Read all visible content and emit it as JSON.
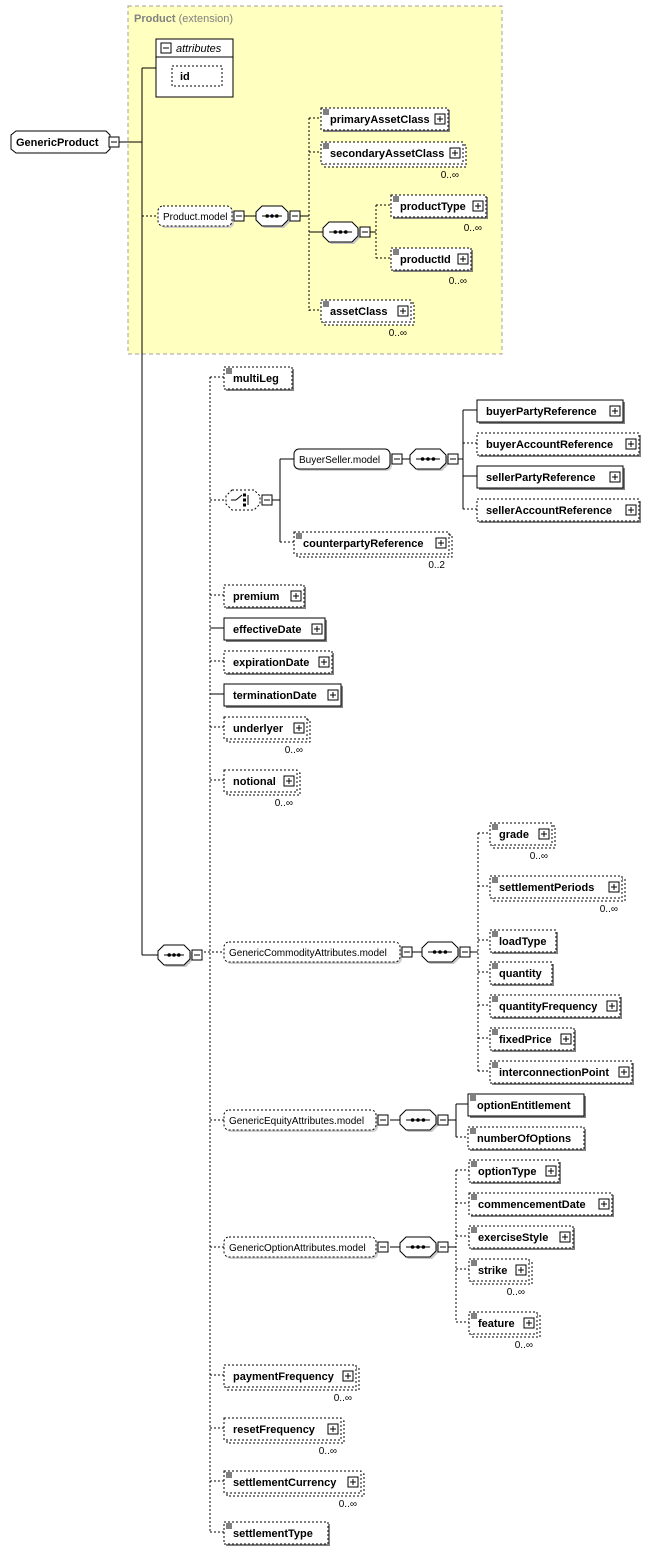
{
  "extension": {
    "base": "Product",
    "suffix": "(extension)"
  },
  "attributes": {
    "title": "attributes",
    "items": [
      "id"
    ]
  },
  "root": "GenericProduct",
  "groups": [
    "Product.model",
    "BuyerSeller.model",
    "GenericCommodityAttributes.model",
    "GenericEquityAttributes.model",
    "GenericOptionAttributes.model"
  ],
  "elements": [
    "primaryAssetClass",
    "secondaryAssetClass",
    "productType",
    "productId",
    "assetClass",
    "multiLeg",
    "buyerPartyReference",
    "buyerAccountReference",
    "sellerPartyReference",
    "sellerAccountReference",
    "counterpartyReference",
    "premium",
    "effectiveDate",
    "expirationDate",
    "terminationDate",
    "underlyer",
    "notional",
    "grade",
    "settlementPeriods",
    "loadType",
    "quantity",
    "quantityFrequency",
    "fixedPrice",
    "interconnectionPoint",
    "optionEntitlement",
    "numberOfOptions",
    "optionType",
    "commencementDate",
    "exerciseStyle",
    "strike",
    "feature",
    "paymentFrequency",
    "resetFrequency",
    "settlementCurrency",
    "settlementType"
  ],
  "cardinalities": [
    "0..∞",
    "0..2"
  ],
  "colors": {
    "extension_fill": "#ffffc0",
    "extension_border": "#a0a0a0",
    "box_fill": "#ffffff",
    "line": "#000000",
    "label_gray": "#808080"
  }
}
